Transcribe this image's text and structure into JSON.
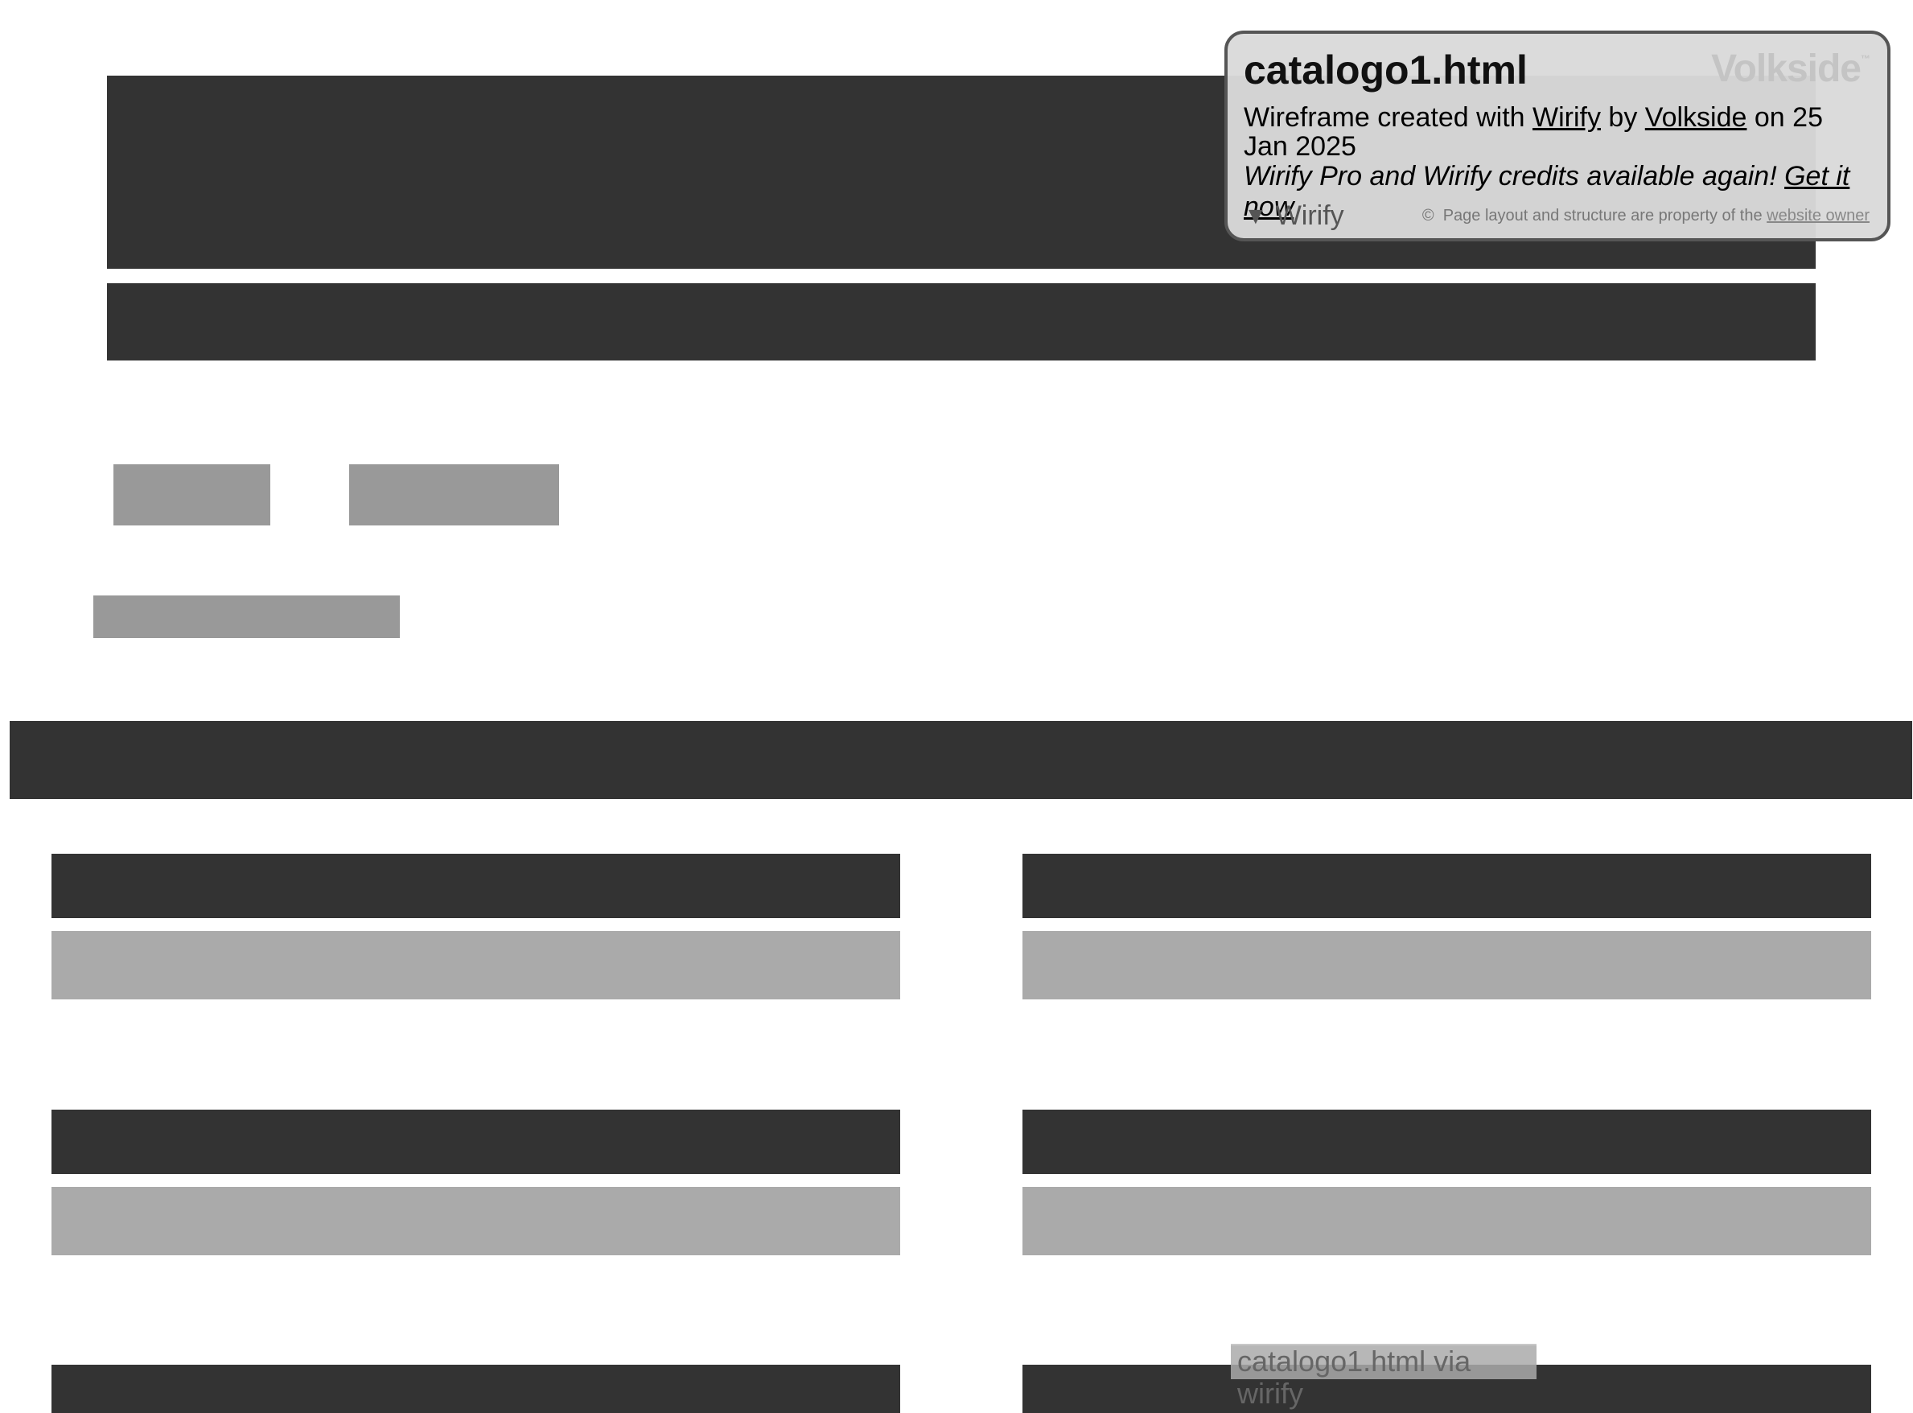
{
  "wireframe": {
    "colors": {
      "dark_block": "#333333",
      "mid_block": "#999999",
      "light_block": "#aaaaaa",
      "background": "#ffffff"
    }
  },
  "info_panel": {
    "title": "catalogo1.html",
    "brand_logo": "Volkside",
    "created_prefix": "Wireframe created with",
    "wirify_link": "Wirify",
    "by_text": "by",
    "volkside_link": "Volkside",
    "date_text": "on 25 Jan 2025",
    "promo_text": "Wirify Pro and Wirify credits available again!",
    "promo_link": "Get it now",
    "toggle_icon": "triangle-down-icon",
    "toggle_label": "Wirify",
    "copyright_symbol": "©",
    "copyright_text": "Page layout and structure are property of the",
    "copyright_link": "website owner"
  },
  "watermark": {
    "text": "catalogo1.html via wirify"
  }
}
